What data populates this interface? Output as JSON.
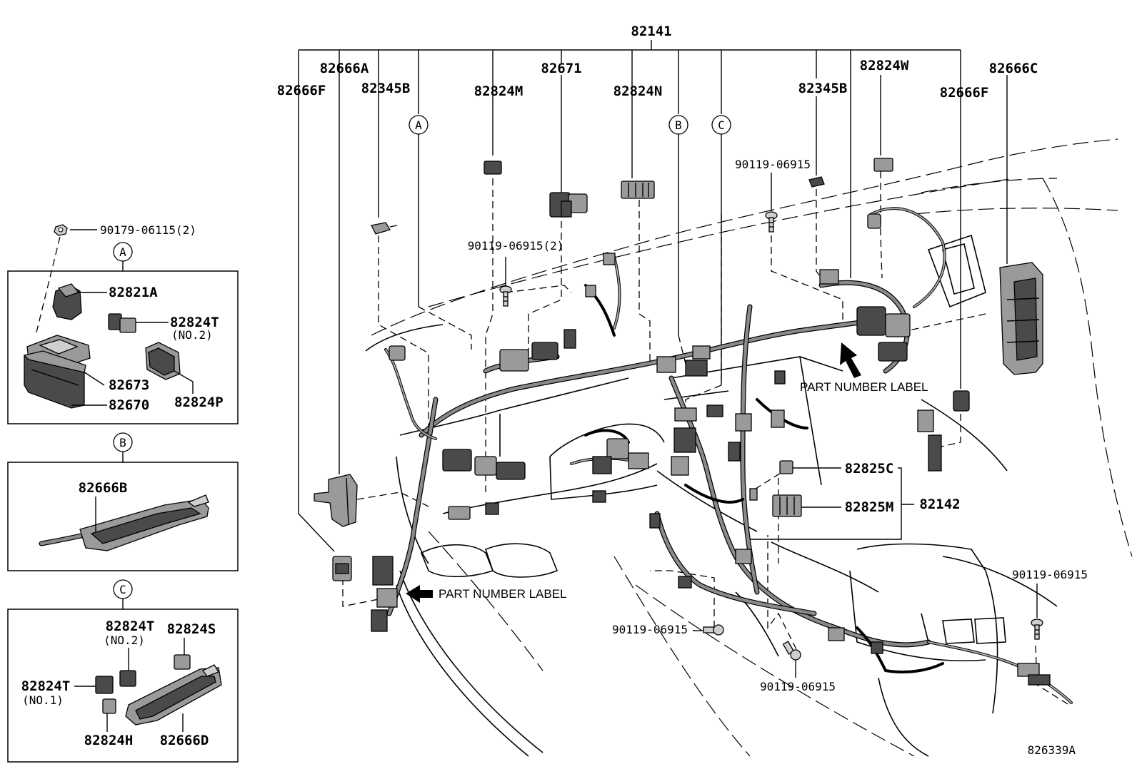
{
  "labels": {
    "p82141": "82141",
    "p82666A": "82666A",
    "p82666F_left": "82666F",
    "p82345B_left": "82345B",
    "p82824M": "82824M",
    "p82671": "82671",
    "p82824N": "82824N",
    "p82345B_right": "82345B",
    "p82824W": "82824W",
    "p82666C": "82666C",
    "p82666F_right": "82666F",
    "bolt_top": "90119-06915",
    "bolt_mid": "90119-06915(2)",
    "bolt_right": "90119-06915",
    "bolt_bottom_mid": "90119-06915",
    "bolt_bottom": "90119-06915",
    "p82825C": "82825C",
    "p82825M": "82825M",
    "p82142": "82142",
    "part_number_label_1": "PART NUMBER LABEL",
    "part_number_label_2": "PART NUMBER LABEL",
    "diagram_id": "826339A"
  },
  "markers": {
    "a": "A",
    "b": "B",
    "c": "C"
  },
  "inset_a": {
    "nut": "90179-06115(2)",
    "p82821A": "82821A",
    "p82824T": "82824T",
    "p82824T_note": "(NO.2)",
    "p82673": "82673",
    "p82670": "82670",
    "p82824P": "82824P"
  },
  "inset_b": {
    "p82666B": "82666B"
  },
  "inset_c": {
    "p82824T_no2": "82824T",
    "p82824T_no2_note": "(NO.2)",
    "p82824S": "82824S",
    "p82824T_no1": "82824T",
    "p82824T_no1_note": "(NO.1)",
    "p82824H": "82824H",
    "p82666D": "82666D"
  }
}
